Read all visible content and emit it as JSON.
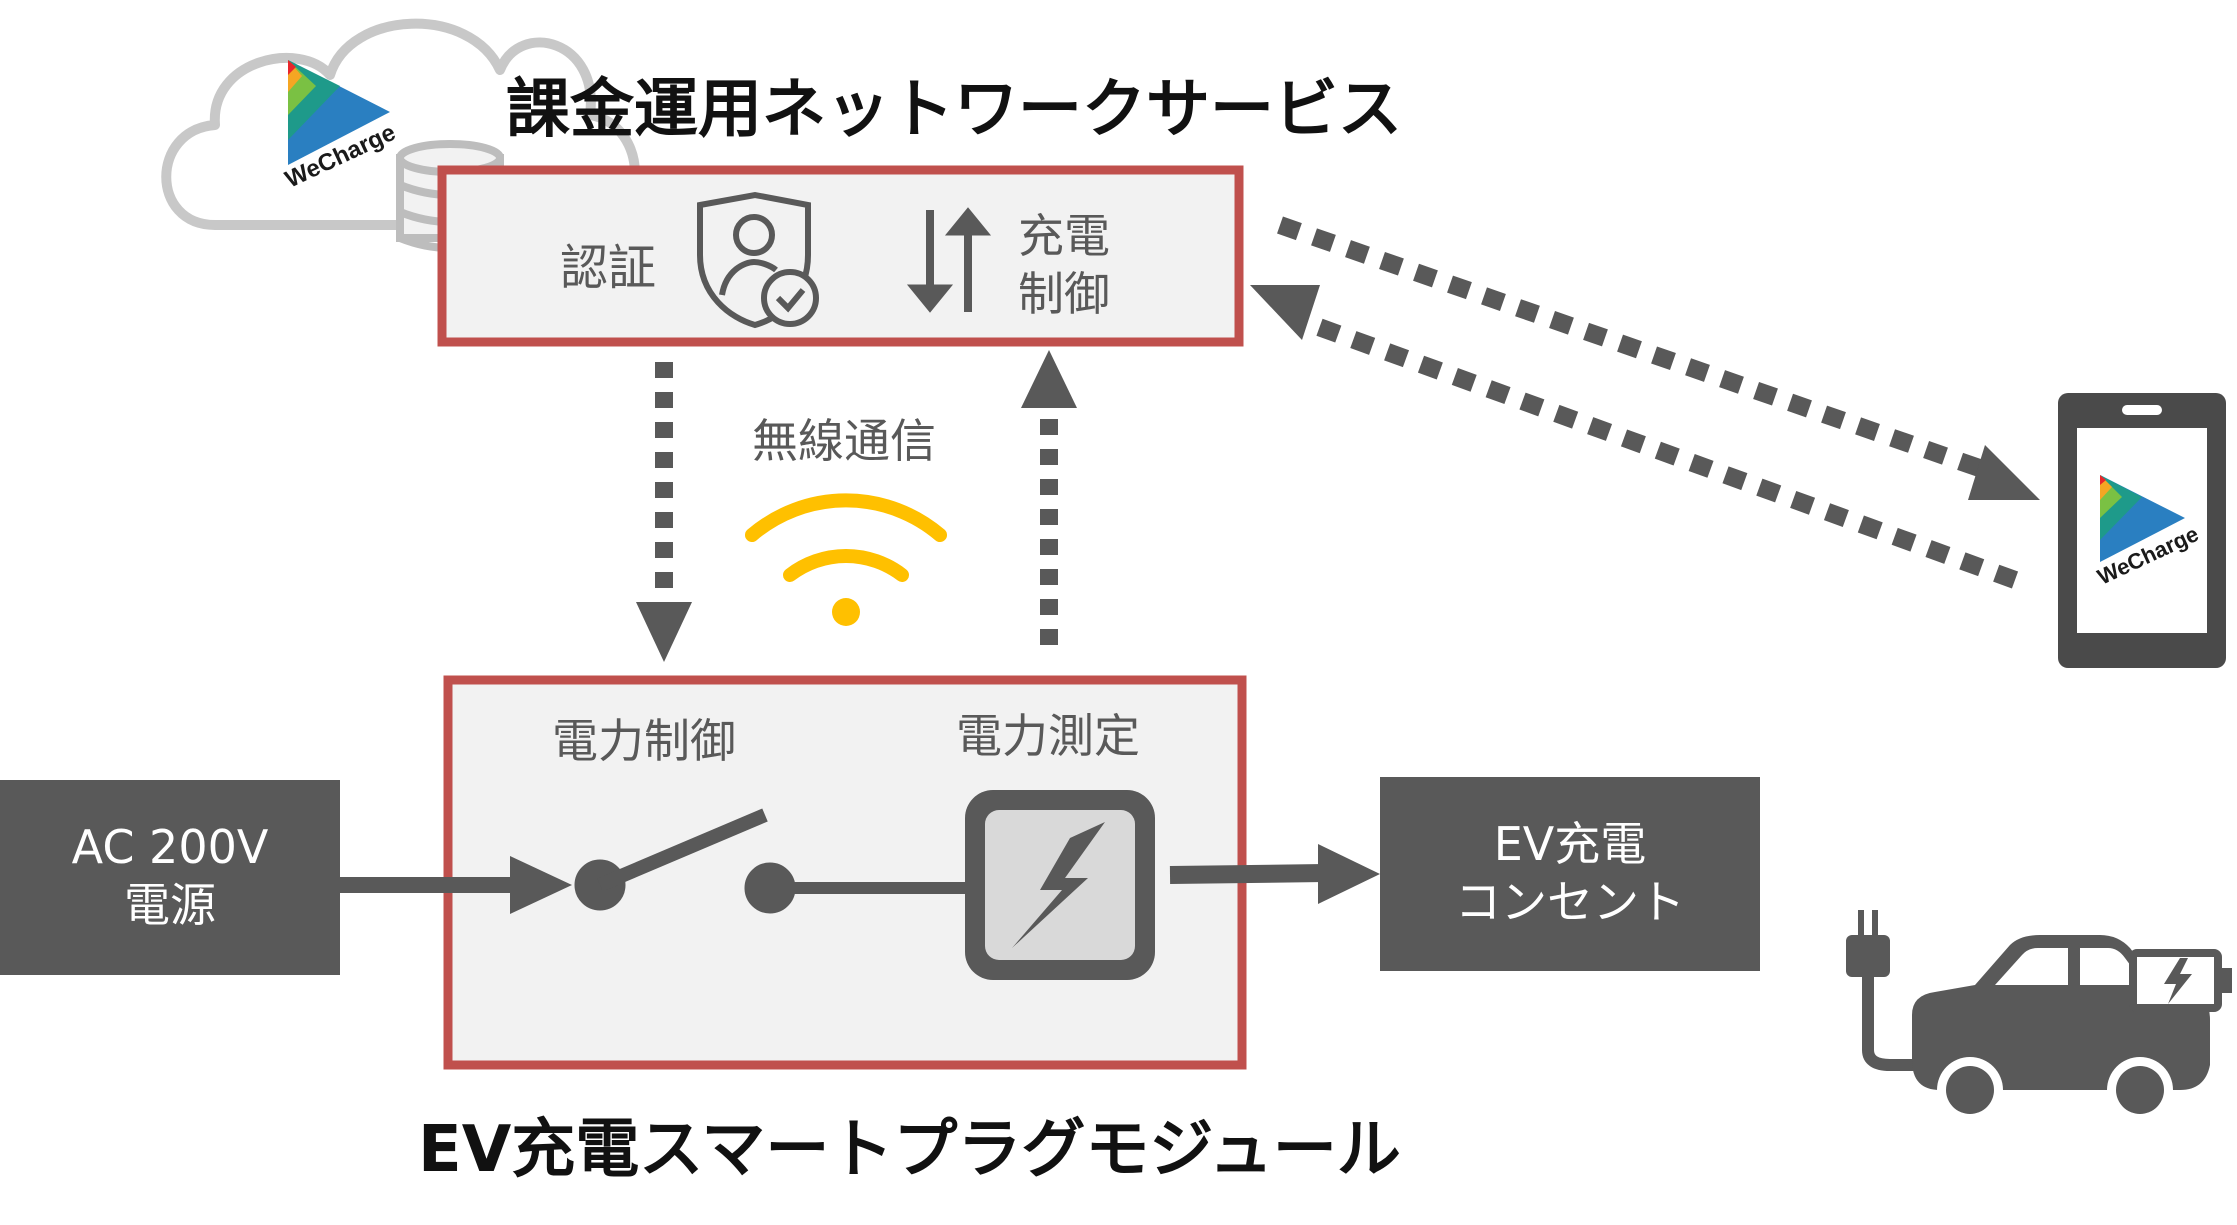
{
  "cloud_service": {
    "title": "課金運用ネットワークサービス",
    "logo_text": "WeCharge",
    "icon": "database-icon",
    "functions": {
      "auth_label": "認証",
      "auth_icon": "user-shield-check-icon",
      "charge_control_line1": "充電",
      "charge_control_line2": "制御",
      "charge_control_icon": "up-down-arrows-icon"
    }
  },
  "wireless": {
    "label": "無線通信",
    "icon": "wifi-icon"
  },
  "module": {
    "title": "EV充電スマートプラグモジュール",
    "power_control_label": "電力制御",
    "power_control_icon": "switch-icon",
    "power_measure_label": "電力測定",
    "power_measure_icon": "lightning-bolt-icon"
  },
  "power_source": {
    "line1": "AC 200V",
    "line2": "電源"
  },
  "outlet": {
    "line1": "EV充電",
    "line2": "コンセント"
  },
  "smartphone": {
    "logo_text": "WeCharge",
    "icon": "smartphone-icon"
  },
  "ev": {
    "icon": "electric-car-plug-icon"
  },
  "colors": {
    "red_border": "#c0504d",
    "panel_fill": "#f2f2f2",
    "dark_gray": "#595959",
    "wifi_yellow": "#ffc000",
    "logo_red": "#e8262b",
    "logo_orange": "#f5a623",
    "logo_green": "#7ac143",
    "logo_teal": "#1e9a8a",
    "logo_blue": "#2a7fc1"
  }
}
